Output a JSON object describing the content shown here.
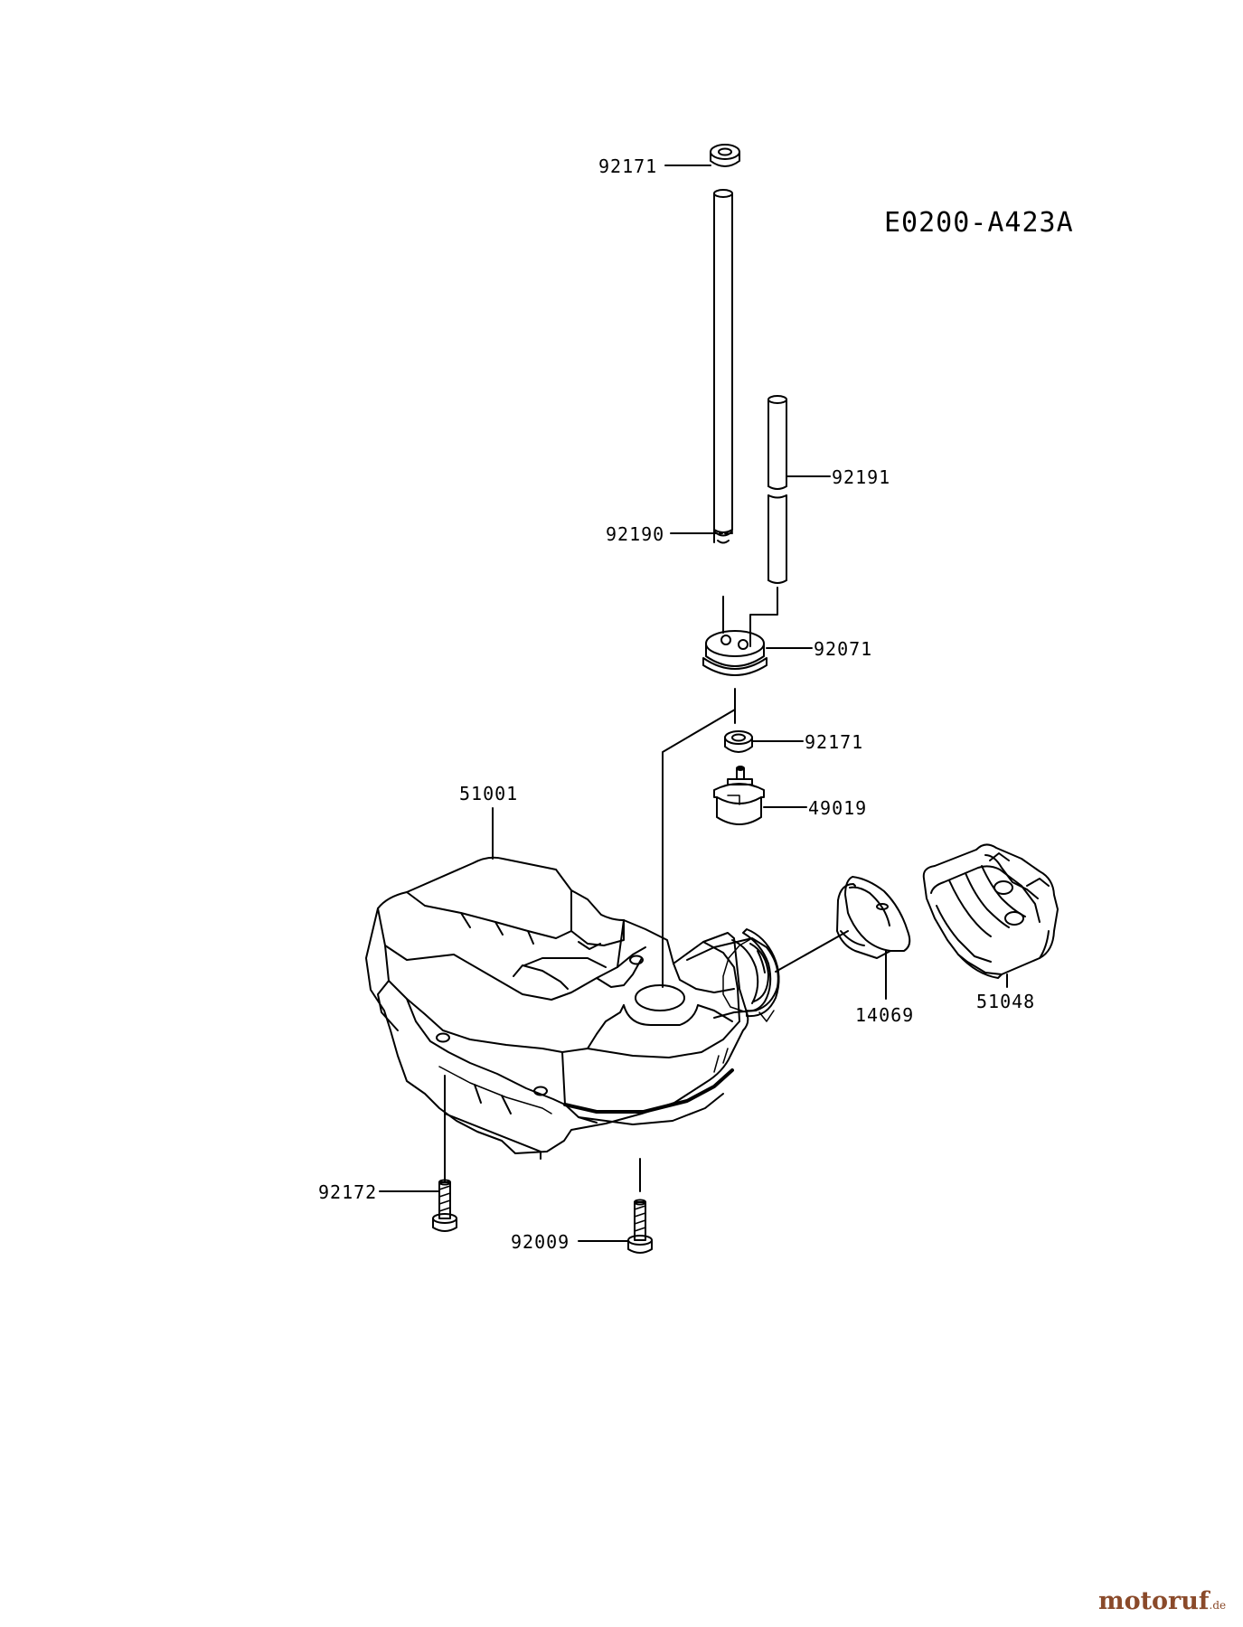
{
  "diagram_code": "E0200-A423A",
  "parts": [
    {
      "id": "label-92171-top",
      "number": "92171"
    },
    {
      "id": "label-92191",
      "number": "92191"
    },
    {
      "id": "label-92190",
      "number": "92190"
    },
    {
      "id": "label-92071",
      "number": "92071"
    },
    {
      "id": "label-92171-bottom",
      "number": "92171"
    },
    {
      "id": "label-49019",
      "number": "49019"
    },
    {
      "id": "label-51001",
      "number": "51001"
    },
    {
      "id": "label-14069",
      "number": "14069"
    },
    {
      "id": "label-51048",
      "number": "51048"
    },
    {
      "id": "label-92172",
      "number": "92172"
    },
    {
      "id": "label-92009",
      "number": "92009"
    }
  ],
  "watermark": {
    "name": "motoruf",
    "tld": ".de",
    "color": "#8a4a2a"
  }
}
